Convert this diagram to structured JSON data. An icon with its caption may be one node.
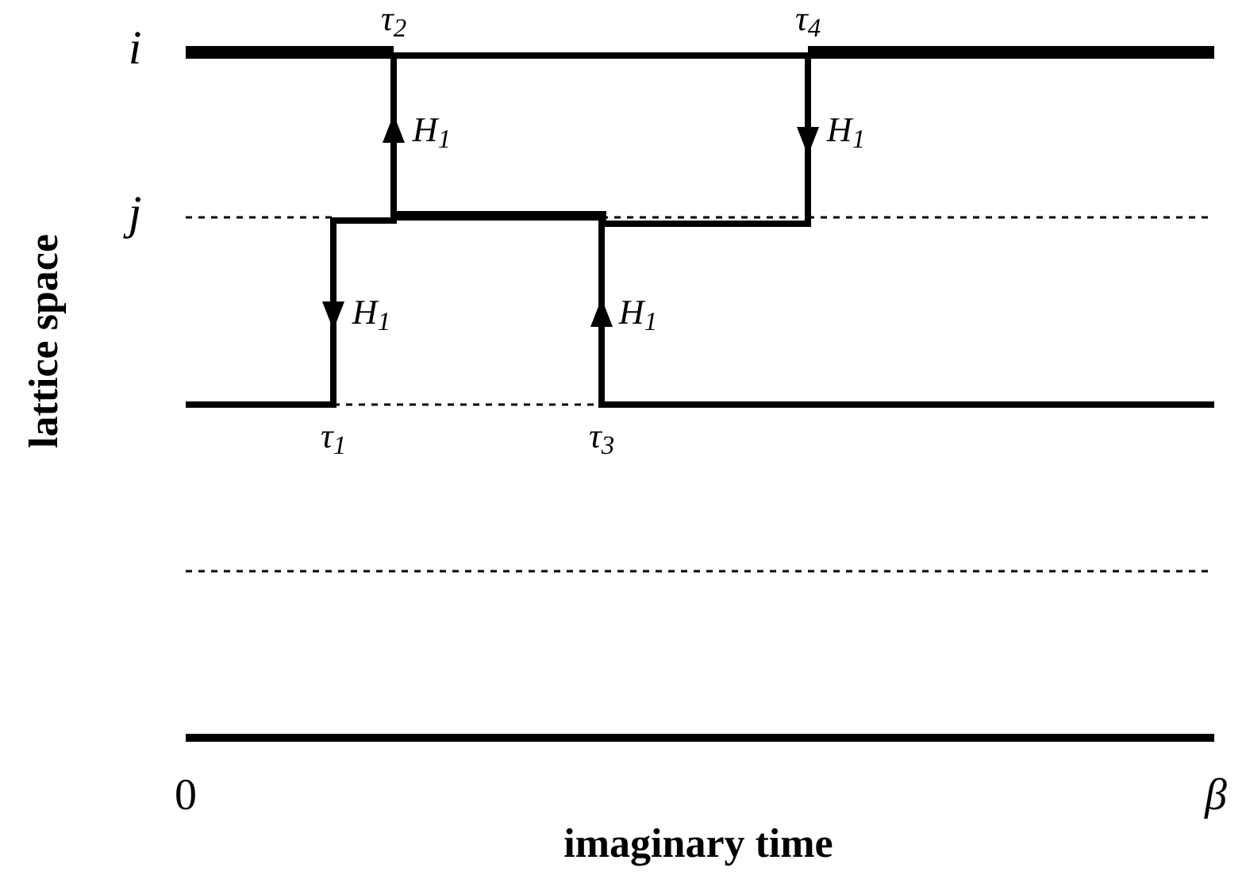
{
  "diagram": {
    "labels": [
      "i",
      "j",
      "τ$_{2}$",
      "τ$_{4}$",
      "H$_{1}$",
      "H$_{1}$",
      "H$_{1}$",
      "H$_{1}$",
      "τ$_{1}$",
      "τ$_{3}$",
      "0",
      "β",
      "imaginary time",
      "lattice space"
    ]
  }
}
